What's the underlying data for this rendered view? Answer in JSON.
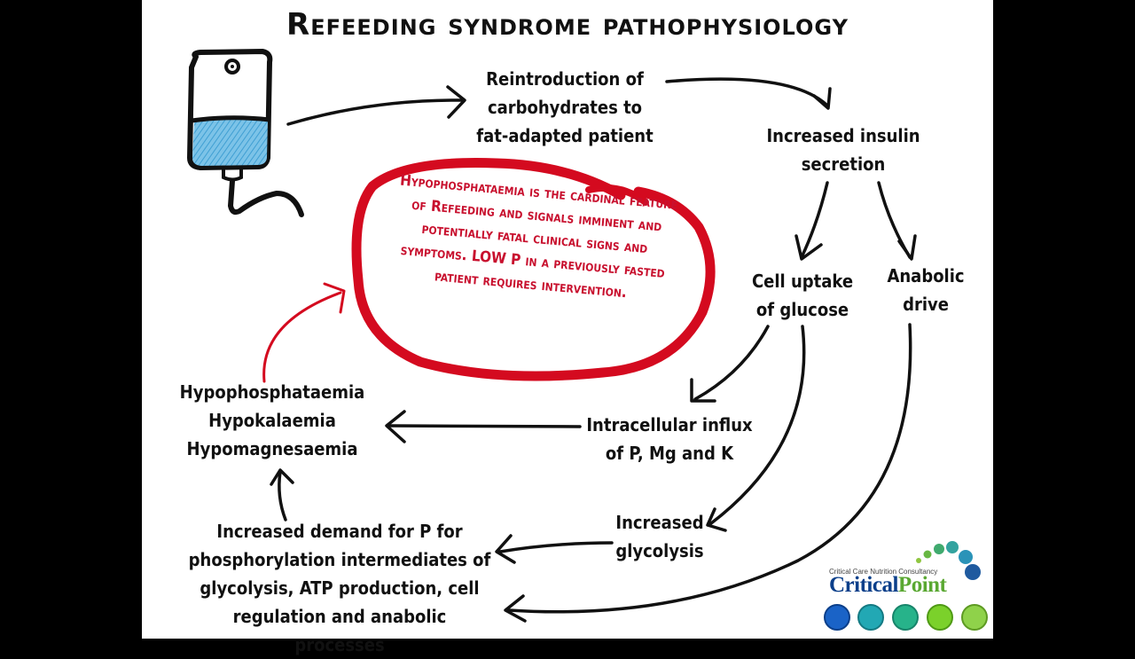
{
  "title": "Refeeding syndrome pathophysiology",
  "nodes": {
    "reintroduction": "Reintroduction of\ncarbohydrates to\nfat-adapted patient",
    "insulin": "Increased insulin\nsecretion",
    "cell_uptake": "Cell uptake\nof glucose",
    "anabolic": "Anabolic\ndrive",
    "intracellular": "Intracellular influx\nof P,  Mg and K",
    "glycolysis": "Increased\nglycolysis",
    "electrolytes": "Hypophosphataemia\nHypokalaemia\nHypomagnesaemia",
    "demand": "Increased demand for P for\nphosphorylation intermediates of\nglycolysis, ATP production, cell\nregulation and anabolic processes"
  },
  "callout": "Hypophosphataemia is the cardinal feature of Refeeding and signals imminent and potentially fatal clinical signs and symptoms.\nLOW P in a previously fasted patient requires intervention.",
  "brand": {
    "tagline": "Critical Care Nutrition Consultancy",
    "name_part1": "Critical",
    "name_part2": "Point"
  },
  "colors": {
    "callout_red": "#d40a1f",
    "fluid_blue": "#5fb6e0",
    "brand_blue": "#0b3f8a",
    "brand_green": "#5aa832"
  },
  "icons": [
    "iv-bag-icon",
    "brand-dots-icon"
  ]
}
